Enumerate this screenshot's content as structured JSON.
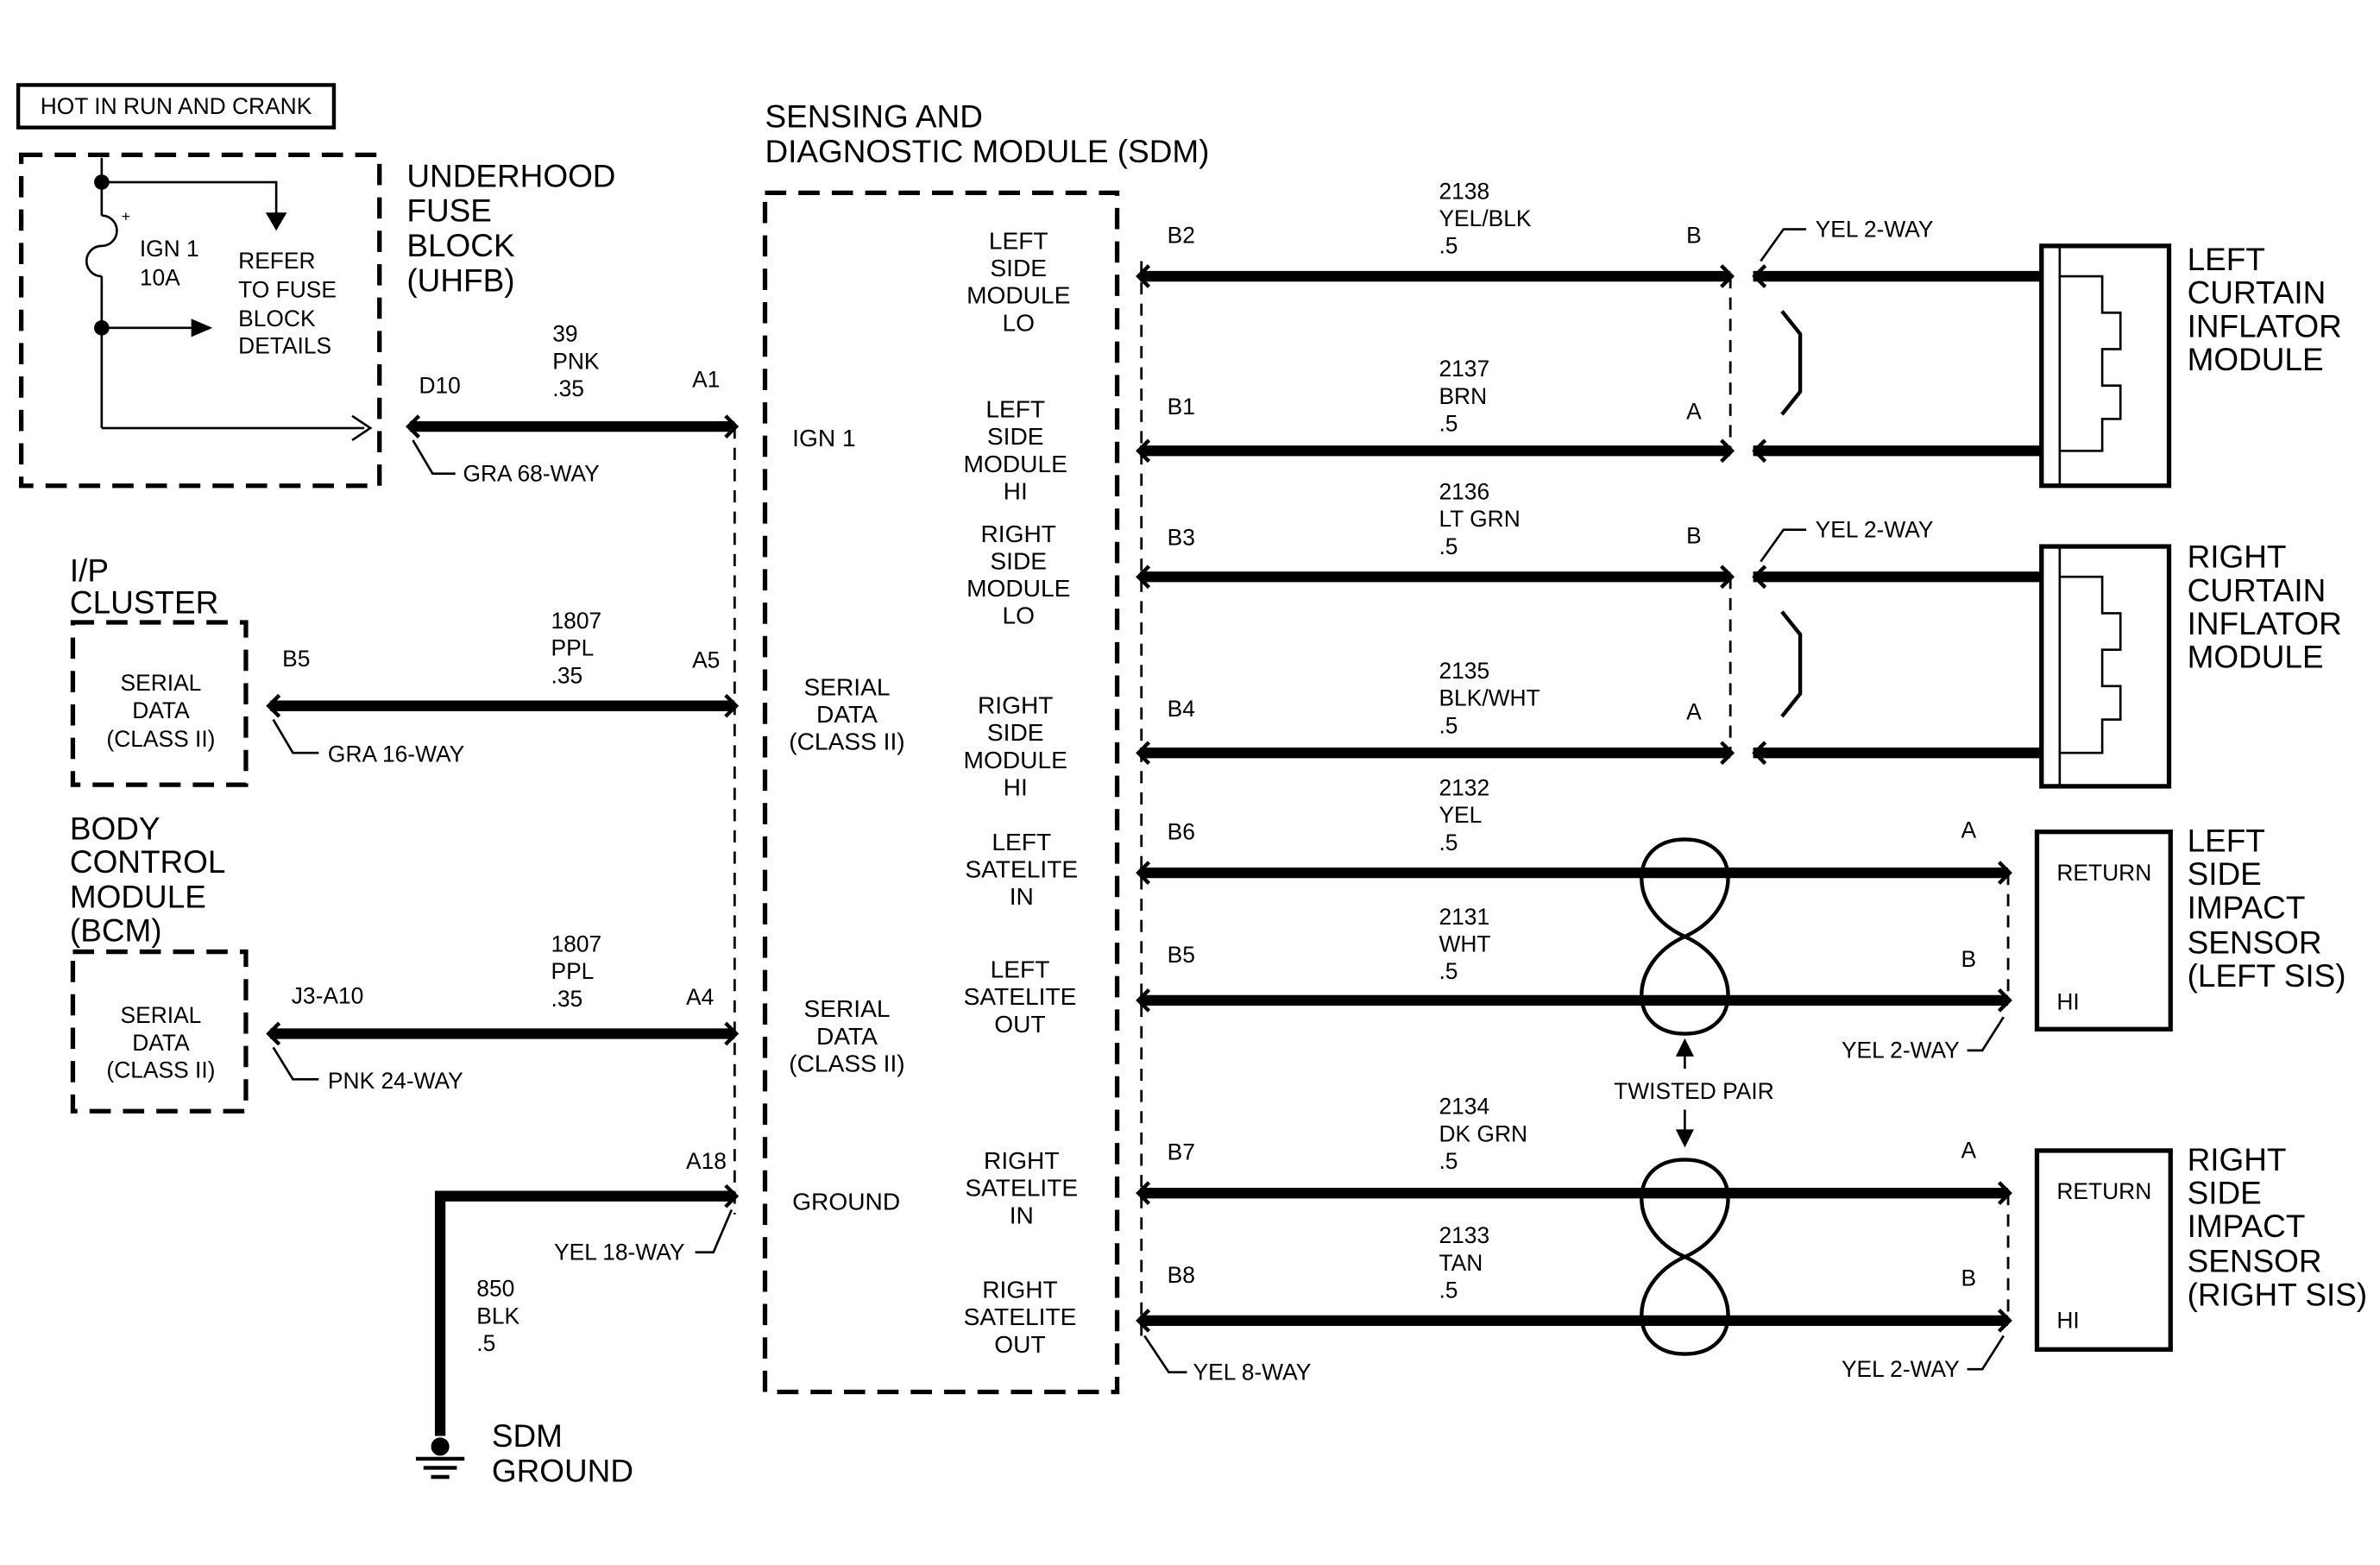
{
  "hot_label": "HOT IN RUN AND CRANK",
  "fuse": {
    "name": "IGN 1",
    "rating": "10A",
    "note": [
      "REFER",
      "TO FUSE",
      "BLOCK",
      "DETAILS"
    ],
    "plus": "+"
  },
  "uhfb": {
    "title": [
      "UNDERHOOD",
      "FUSE",
      "BLOCK",
      "(UHFB)"
    ]
  },
  "ip_cluster": {
    "title": [
      "I/P",
      "CLUSTER"
    ],
    "box": [
      "SERIAL",
      "DATA",
      "(CLASS II)"
    ]
  },
  "bcm": {
    "title": [
      "BODY",
      "CONTROL",
      "MODULE",
      "(BCM)"
    ],
    "box": [
      "SERIAL",
      "DATA",
      "(CLASS II)"
    ]
  },
  "sdm": {
    "title": [
      "SENSING AND",
      "DIAGNOSTIC MODULE (SDM)"
    ],
    "inputs": {
      "ign": "IGN 1",
      "serial1": [
        "SERIAL",
        "DATA",
        "(CLASS II)"
      ],
      "serial2": [
        "SERIAL",
        "DATA",
        "(CLASS II)"
      ],
      "ground": "GROUND"
    },
    "outputs": [
      [
        "LEFT",
        "SIDE",
        "MODULE",
        "LO"
      ],
      [
        "LEFT",
        "SIDE",
        "MODULE",
        "HI"
      ],
      [
        "RIGHT",
        "SIDE",
        "MODULE",
        "LO"
      ],
      [
        "RIGHT",
        "SIDE",
        "MODULE",
        "HI"
      ],
      [
        "LEFT",
        "SATELITE",
        "IN"
      ],
      [
        "LEFT",
        "SATELITE",
        "OUT"
      ],
      [
        "RIGHT",
        "SATELITE",
        "IN"
      ],
      [
        "RIGHT",
        "SATELITE",
        "OUT"
      ]
    ]
  },
  "left_circuits": [
    {
      "from_pin": "D10",
      "to_pin": "A1",
      "circuit": "39",
      "color": "PNK",
      "gauge": ".35",
      "connector": "GRA 68-WAY"
    },
    {
      "from_pin": "B5",
      "to_pin": "A5",
      "circuit": "1807",
      "color": "PPL",
      "gauge": ".35",
      "connector": "GRA 16-WAY"
    },
    {
      "from_pin": "J3-A10",
      "to_pin": "A4",
      "circuit": "1807",
      "color": "PPL",
      "gauge": ".35",
      "connector": "PNK 24-WAY"
    },
    {
      "to_pin": "A18",
      "circuit": "850",
      "color": "BLK",
      "gauge": ".5",
      "connector": "YEL 18-WAY"
    }
  ],
  "right_circuits": [
    {
      "sdm_pin": "B2",
      "dest_pin": "B",
      "circuit": "2138",
      "color": "YEL/BLK",
      "gauge": ".5"
    },
    {
      "sdm_pin": "B1",
      "dest_pin": "A",
      "circuit": "2137",
      "color": "BRN",
      "gauge": ".5"
    },
    {
      "sdm_pin": "B3",
      "dest_pin": "B",
      "circuit": "2136",
      "color": "LT GRN",
      "gauge": ".5"
    },
    {
      "sdm_pin": "B4",
      "dest_pin": "A",
      "circuit": "2135",
      "color": "BLK/WHT",
      "gauge": ".5"
    },
    {
      "sdm_pin": "B6",
      "dest_pin": "A",
      "circuit": "2132",
      "color": "YEL",
      "gauge": ".5"
    },
    {
      "sdm_pin": "B5",
      "dest_pin": "B",
      "circuit": "2131",
      "color": "WHT",
      "gauge": ".5"
    },
    {
      "sdm_pin": "B7",
      "dest_pin": "A",
      "circuit": "2134",
      "color": "DK GRN",
      "gauge": ".5"
    },
    {
      "sdm_pin": "B8",
      "dest_pin": "B",
      "circuit": "2133",
      "color": "TAN",
      "gauge": ".5"
    }
  ],
  "sdm_connector": "YEL 8-WAY",
  "yel2way": "YEL 2-WAY",
  "twisted_pair": "TWISTED PAIR",
  "devices": {
    "left_curtain": [
      "LEFT",
      "CURTAIN",
      "INFLATOR",
      "MODULE"
    ],
    "right_curtain": [
      "RIGHT",
      "CURTAIN",
      "INFLATOR",
      "MODULE"
    ],
    "left_sis": [
      "LEFT",
      "SIDE",
      "IMPACT",
      "SENSOR",
      "(LEFT SIS)"
    ],
    "right_sis": [
      "RIGHT",
      "SIDE",
      "IMPACT",
      "SENSOR",
      "(RIGHT SIS)"
    ],
    "return_label": "RETURN",
    "hi_label": "HI"
  },
  "ground": {
    "label": [
      "SDM",
      "GROUND"
    ]
  }
}
